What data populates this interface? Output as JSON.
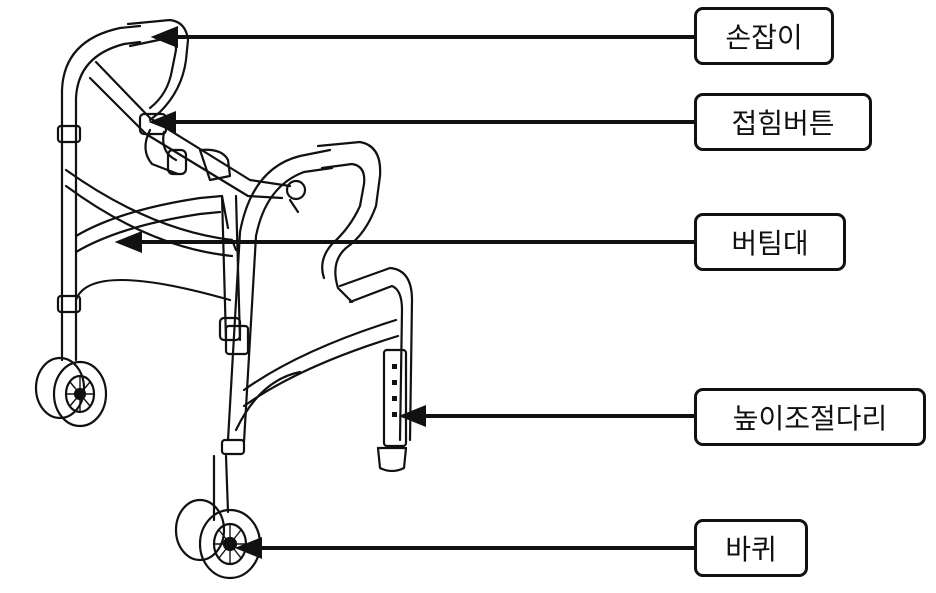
{
  "labels": {
    "handle": "손잡이",
    "fold_button": "접힘버튼",
    "support_bar": "버팀대",
    "height_leg": "높이조절다리",
    "wheel": "바퀴"
  },
  "colors": {
    "line": "#111111",
    "background": "#ffffff"
  }
}
